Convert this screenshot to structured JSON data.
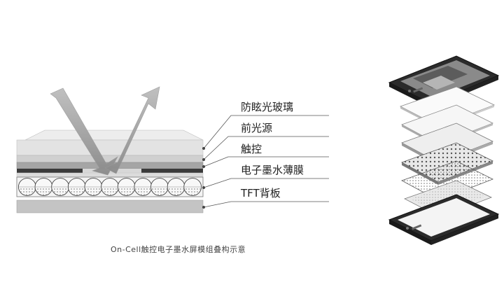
{
  "diagram": {
    "layer_labels": [
      {
        "id": "glass",
        "text": "防眩光玻璃"
      },
      {
        "id": "frontlight",
        "text": "前光源"
      },
      {
        "id": "touch",
        "text": "触控"
      },
      {
        "id": "eink",
        "text": "电子墨水薄膜"
      },
      {
        "id": "tft",
        "text": "TFT背板"
      }
    ],
    "caption": "On-Cell触控电子墨水屏模组叠构示意",
    "microcapsule_count": 11,
    "colors": {
      "line": "#555555",
      "glass_top": "#e6e6e6",
      "frontlight": "#d7d7d7",
      "touch": "#9a9a9a",
      "dark_strip": "#3a3a3a",
      "tft": "#bcbcbc",
      "arrow": "#9d9d9d"
    }
  }
}
